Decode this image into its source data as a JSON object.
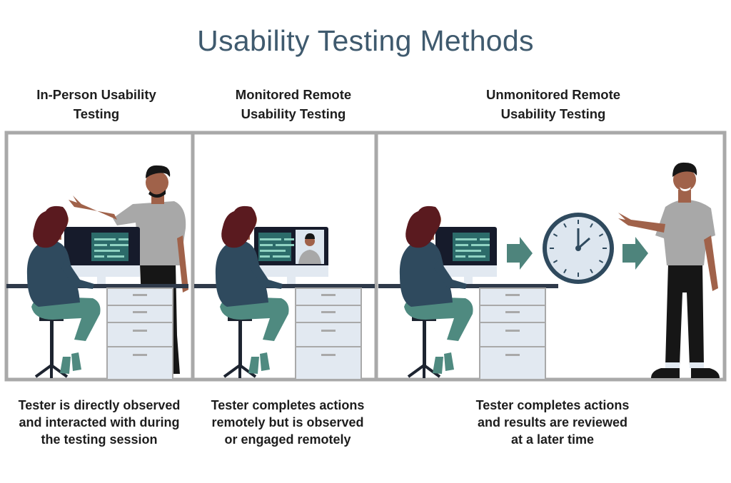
{
  "title": "Usability Testing Methods",
  "panels": [
    {
      "heading_line1": "In-Person Usability",
      "heading_line2": "Testing",
      "caption_line1": "Tester is directly observed",
      "caption_line2": "and interacted with during",
      "caption_line3": "the testing session"
    },
    {
      "heading_line1": "Monitored Remote",
      "heading_line2": "Usability Testing",
      "caption_line1": "Tester completes actions",
      "caption_line2": "remotely but is observed",
      "caption_line3": "or engaged remotely"
    },
    {
      "heading_line1": "Unmonitored Remote",
      "heading_line2": "Usability Testing",
      "caption_line1": "Tester completes actions",
      "caption_line2": "and results are reviewed",
      "caption_line3": "at a later time"
    }
  ],
  "colors": {
    "title": "#3f5a6e",
    "frame": "#a9a9a9",
    "shirt_tester": "#2f4a5e",
    "pants_tester": "#4f8a80",
    "hair_tester": "#5a1a1f",
    "skin": "#a0624a",
    "shirt_observer": "#a8a8a8",
    "arrow": "#4e847c",
    "clock_rim": "#2f4a5e",
    "clock_face": "#dde6ef",
    "screen": "#161b2b",
    "screen_panel": "#2c6b6a"
  }
}
